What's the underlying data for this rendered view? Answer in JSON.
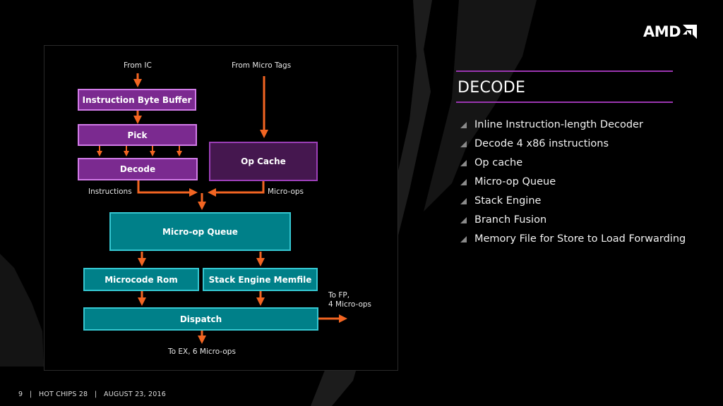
{
  "logo": {
    "text": "AMD",
    "icon": "amd-arrow-icon"
  },
  "diagram": {
    "inputs": {
      "from_ic": "From IC",
      "from_micro_tags": "From Micro Tags"
    },
    "blocks": {
      "instruction_byte_buffer": "Instruction Byte Buffer",
      "pick": "Pick",
      "decode": "Decode",
      "op_cache": "Op Cache",
      "micro_op_queue": "Micro-op Queue",
      "microcode_rom": "Microcode Rom",
      "stack_engine_memfile": "Stack Engine Memfile",
      "dispatch": "Dispatch"
    },
    "edge_labels": {
      "instructions": "Instructions",
      "micro_ops": "Micro-ops",
      "to_fp_line1": "To FP,",
      "to_fp_line2": "4 Micro-ops",
      "to_ex": "To EX, 6 Micro-ops"
    },
    "colors": {
      "arrow": "#f26522",
      "purple": "#7b2a90",
      "dark_purple": "#45174f",
      "teal": "#008089"
    }
  },
  "section": {
    "title": "DECODE",
    "bullets": [
      "Inline Instruction-length Decoder",
      "Decode 4 x86 instructions",
      "Op cache",
      "Micro-op Queue",
      "Stack Engine",
      "Branch Fusion",
      "Memory File for Store to Load Forwarding"
    ]
  },
  "footer": {
    "page": "9",
    "event": "HOT CHIPS 28",
    "date": "AUGUST 23, 2016",
    "separator": "|"
  }
}
